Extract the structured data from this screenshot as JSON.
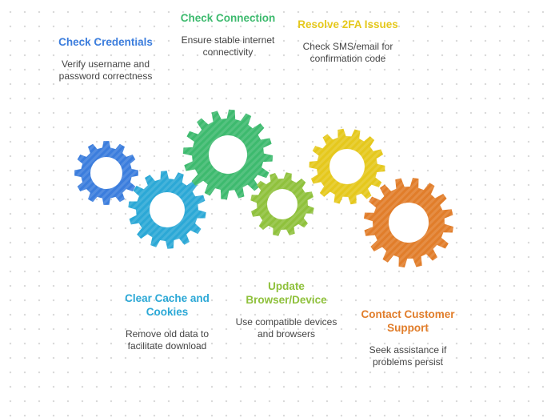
{
  "steps": [
    {
      "id": "check-credentials",
      "title": "Check Credentials",
      "description": "Verify username and password correctness",
      "color": "#3b7ddd"
    },
    {
      "id": "clear-cache-and-cookies",
      "title": "Clear Cache and Cookies",
      "description": "Remove old data to facilitate download",
      "color": "#2ba8d6"
    },
    {
      "id": "check-connection",
      "title": "Check Connection",
      "description": "Ensure stable internet connectivity",
      "color": "#3dba6e"
    },
    {
      "id": "update-browser-device",
      "title": "Update Browser/Device",
      "description": "Use compatible devices and browsers",
      "color": "#8fc13c"
    },
    {
      "id": "resolve-2fa-issues",
      "title": "Resolve 2FA Issues",
      "description": "Check SMS/email for confirmation code",
      "color": "#e5c81c"
    },
    {
      "id": "contact-customer-support",
      "title": "Contact Customer Support",
      "description": "Seek assistance if problems persist",
      "color": "#e17d2a"
    }
  ]
}
